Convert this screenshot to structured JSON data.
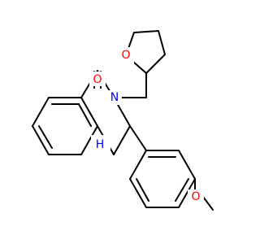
{
  "structure": {
    "atoms": {
      "carbonyl_oxygen": "O",
      "ring_oxygen": "O",
      "methoxy_oxygen": "O",
      "amide_nitrogen": "N",
      "amine_nitrogen": "H"
    }
  },
  "colors": {
    "oxygen": "#ff0000",
    "nitrogen": "#0000ff",
    "bond": "#000000"
  }
}
